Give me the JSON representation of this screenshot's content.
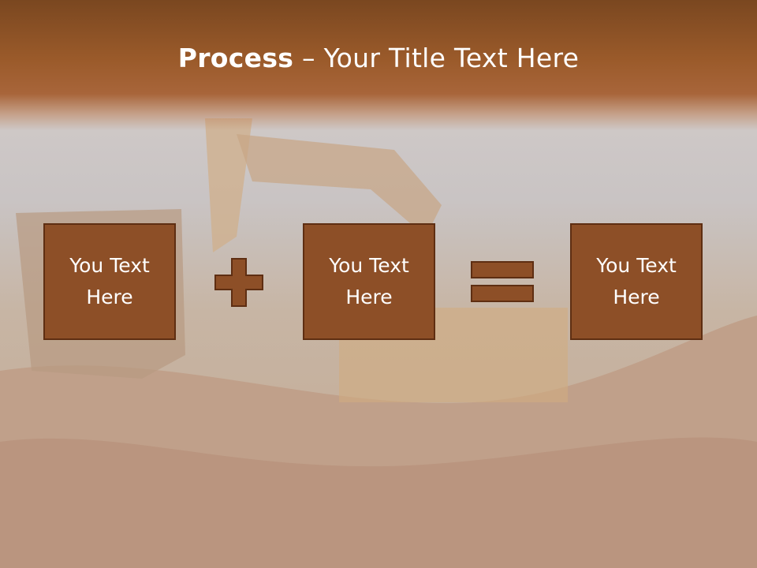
{
  "slide": {
    "title_bold": "Process",
    "title_rest": " – Your Title Text Here"
  },
  "boxes": [
    {
      "text": "You Text Here"
    },
    {
      "text": "You Text Here"
    },
    {
      "text": "You Text Here"
    }
  ],
  "operators": [
    "plus-icon",
    "equals-icon"
  ],
  "colors": {
    "header": "#9a5a2a",
    "box_fill": "#8d4f27",
    "box_border": "#5e2e12",
    "operator_fill": "#8d4f27",
    "text": "#ffffff"
  }
}
